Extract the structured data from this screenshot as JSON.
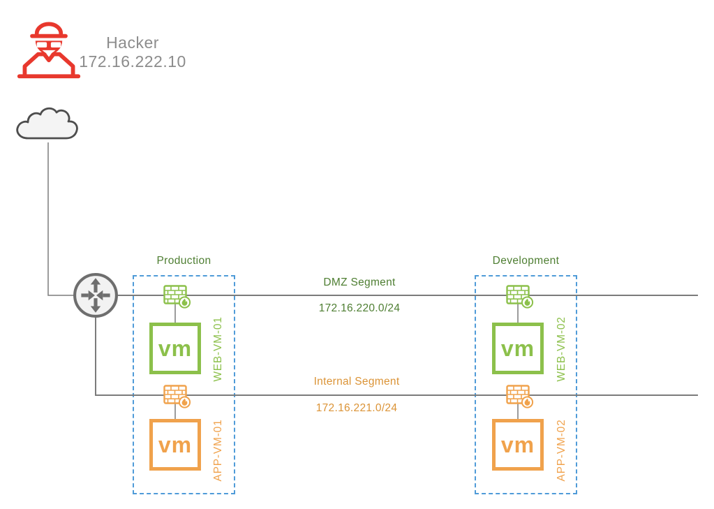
{
  "hacker": {
    "label": "Hacker",
    "ip": "172.16.222.10"
  },
  "segments": [
    {
      "label": "DMZ Segment",
      "cidr": "172.16.220.0/24",
      "color": "#4E7E32"
    },
    {
      "label": "Internal Segment",
      "cidr": "172.16.221.0/24",
      "color": "#DB9336"
    }
  ],
  "zones": [
    {
      "label": "Production",
      "web_vm": "WEB-VM-01",
      "app_vm": "APP-VM-01"
    },
    {
      "label": "Development",
      "web_vm": "WEB-VM-02",
      "app_vm": "APP-VM-02"
    }
  ],
  "vm_logo_text": "vm",
  "icons": {
    "hacker": "hacker-icon",
    "cloud": "cloud-icon",
    "router": "router-icon",
    "firewall": "firewall-icon",
    "vm": "vm-box"
  },
  "colors": {
    "green": "#8CC04B",
    "green_dark": "#4E7E32",
    "orange": "#F0A24C",
    "orange_dark": "#DB9336",
    "red": "#E8382D",
    "gray_text": "#8C8C8C",
    "line_gray": "#7B7B7B",
    "zone_border_blue": "#4F9BD8"
  }
}
